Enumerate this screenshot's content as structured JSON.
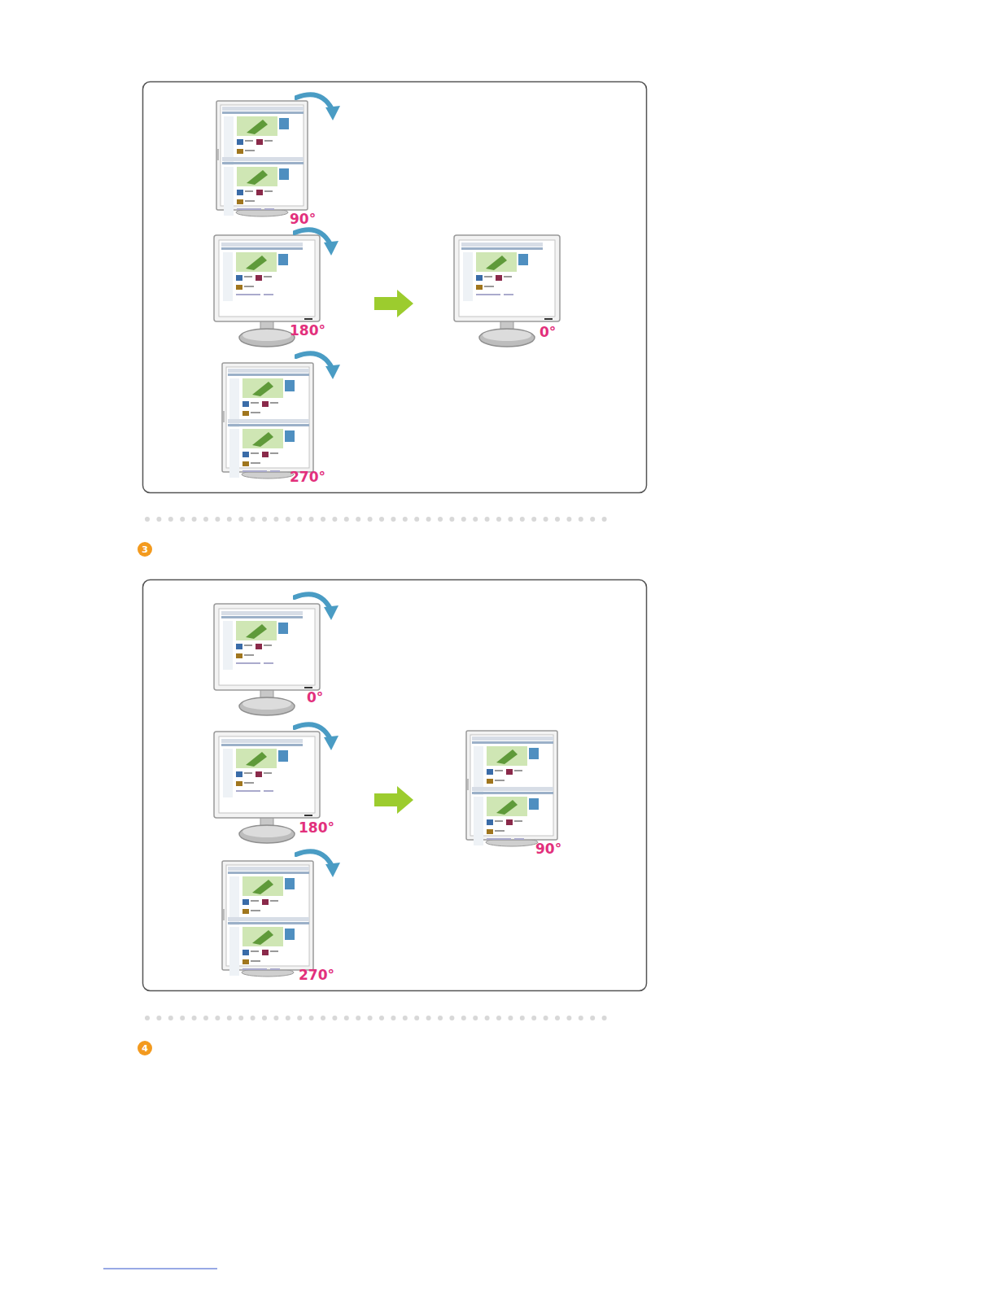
{
  "diagram": {
    "labels": [
      "90°",
      "180°",
      "0°",
      "270°",
      "3",
      "0°",
      "180°",
      "90°",
      "270°",
      "4"
    ]
  }
}
